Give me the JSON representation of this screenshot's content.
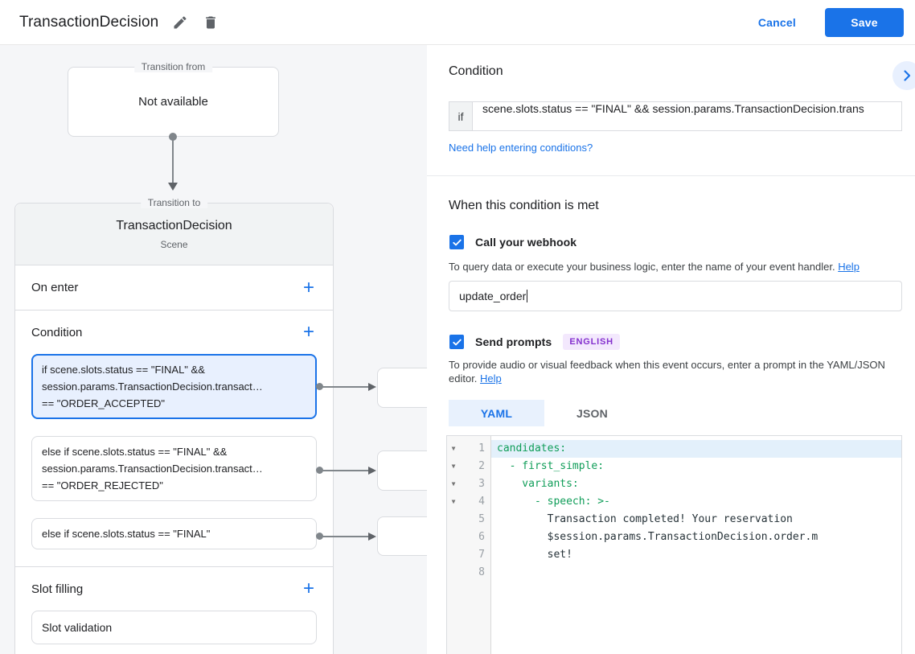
{
  "colors": {
    "accent": "#1a73e8",
    "accent_soft": "#e8f0fe",
    "code_green": "#0f9d58",
    "badge_bg": "#f3e8fd",
    "badge_text": "#8430ce",
    "line_highlight": "#e3f0fb"
  },
  "header": {
    "title": "TransactionDecision",
    "cancel_label": "Cancel",
    "save_label": "Save"
  },
  "diagram": {
    "transition_from": {
      "legend": "Transition from",
      "content": "Not available"
    },
    "transition_to": {
      "legend": "Transition to",
      "title": "TransactionDecision",
      "subtitle": "Scene",
      "on_enter_label": "On enter",
      "condition_label": "Condition",
      "slot_filling_label": "Slot filling",
      "conditions": [
        {
          "selected": true,
          "lines": [
            "if scene.slots.status == \"FINAL\" &&",
            "session.params.TransactionDecision.transact…",
            "== \"ORDER_ACCEPTED\""
          ]
        },
        {
          "selected": false,
          "lines": [
            "else if scene.slots.status == \"FINAL\" &&",
            "session.params.TransactionDecision.transact…",
            "== \"ORDER_REJECTED\""
          ]
        },
        {
          "selected": false,
          "lines": [
            "else if scene.slots.status == \"FINAL\""
          ]
        }
      ],
      "slot_card_label": "Slot validation"
    }
  },
  "panel": {
    "title": "Condition",
    "if_label": "if",
    "condition_value": "scene.slots.status == \"FINAL\" && session.params.TransactionDecision.trans",
    "help_conditions_link": "Need help entering conditions?",
    "when_met_title": "When this condition is met",
    "webhook": {
      "label": "Call your webhook",
      "description": "To query data or execute your business logic, enter the name of your event handler. ",
      "help_link": "Help",
      "value": "update_order"
    },
    "prompts": {
      "label": "Send prompts",
      "badge": "ENGLISH",
      "description": "To provide audio or visual feedback when this event occurs, enter a prompt in the YAML/JSON editor. ",
      "help_link": "Help",
      "tabs": [
        "YAML",
        "JSON"
      ],
      "active_tab": "YAML"
    },
    "editor": {
      "lines": [
        {
          "num": "1",
          "fold": true,
          "highlight": true,
          "text": "candidates:",
          "type": "key"
        },
        {
          "num": "2",
          "fold": true,
          "highlight": false,
          "text": "  - first_simple:",
          "type": "key"
        },
        {
          "num": "3",
          "fold": true,
          "highlight": false,
          "text": "    variants:",
          "type": "key"
        },
        {
          "num": "4",
          "fold": true,
          "highlight": false,
          "text": "      - speech: >-",
          "type": "key"
        },
        {
          "num": "5",
          "fold": false,
          "highlight": false,
          "text": "        Transaction completed! Your reservation",
          "type": "plain"
        },
        {
          "num": "6",
          "fold": false,
          "highlight": false,
          "text": "        $session.params.TransactionDecision.order.m",
          "type": "plain"
        },
        {
          "num": "7",
          "fold": false,
          "highlight": false,
          "text": "        set!",
          "type": "plain"
        },
        {
          "num": "8",
          "fold": false,
          "highlight": false,
          "text": "",
          "type": "plain"
        }
      ]
    }
  }
}
